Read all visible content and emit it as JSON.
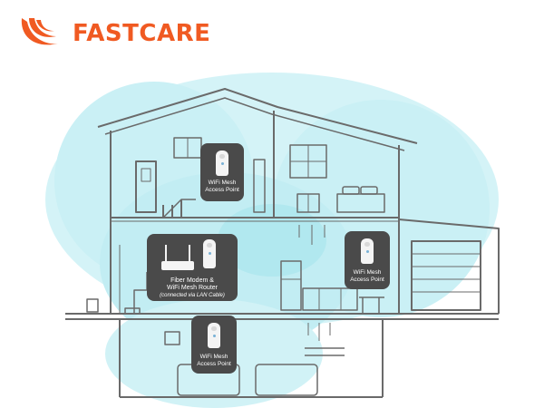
{
  "brand": {
    "name": "FASTCARE",
    "color": "#f05a22",
    "icon": "swoosh-logo-icon"
  },
  "colors": {
    "line": "#6a6a6a",
    "signal": "#bfeef4",
    "signal_core": "#8fdde8",
    "card_bg": "#4a4a4a"
  },
  "devices": [
    {
      "id": "ap-upstairs",
      "line1": "WiFi Mesh",
      "line2": "Access Point"
    },
    {
      "id": "main-router",
      "line1": "Fiber Modem &",
      "line2": "WiFi Mesh Router",
      "line3": "(connected via LAN Cable)"
    },
    {
      "id": "ap-kitchen",
      "line1": "WiFi Mesh",
      "line2": "Access Point"
    },
    {
      "id": "ap-basement",
      "line1": "WiFi Mesh",
      "line2": "Access Point"
    }
  ]
}
